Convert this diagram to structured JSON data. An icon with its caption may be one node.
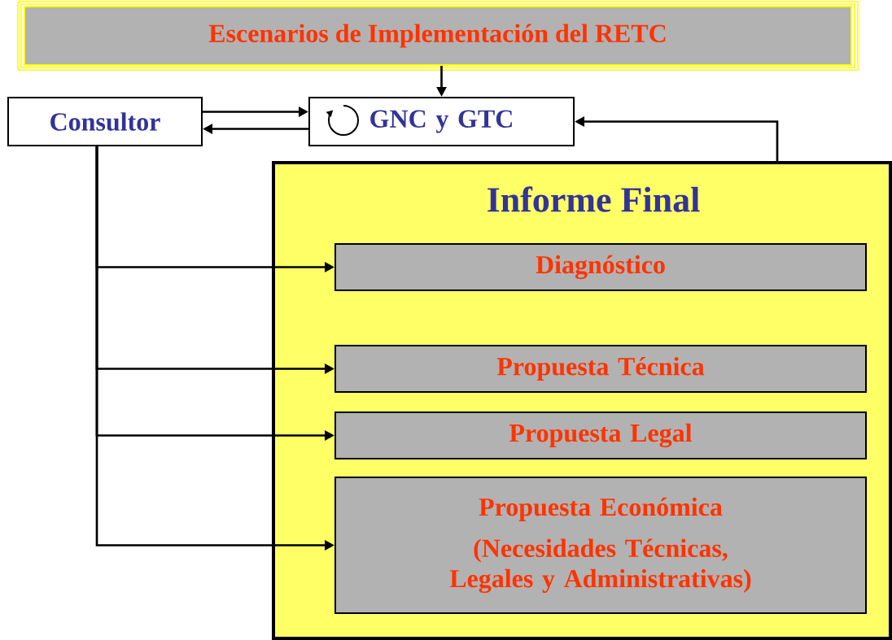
{
  "diagram": {
    "nodes": [
      {
        "text": [
          "Escenarios de Implementación del RETC"
        ]
      },
      {
        "text": [
          "Consultor"
        ]
      },
      {
        "text": [
          "GNC y GTC"
        ]
      },
      {
        "text": [
          "Informe Final"
        ]
      },
      {
        "text": [
          "Diagnóstico"
        ],
        "in": 3
      },
      {
        "text": [
          "Propuesta Técnica"
        ],
        "in": 3
      },
      {
        "text": [
          "Propuesta Legal"
        ],
        "in": 3
      },
      {
        "text": [
          "Propuesta Económica",
          "(Necesidades Técnicas, Legales y Administrativas)"
        ],
        "in": 3
      }
    ],
    "edges": [
      {
        "from": 0,
        "to": 2,
        "arrow": "to"
      },
      {
        "from": 1,
        "to": 2,
        "arrow": "to"
      },
      {
        "from": 2,
        "to": 1,
        "arrow": "to"
      },
      {
        "from": 3,
        "to": 2,
        "arrow": "to"
      },
      {
        "from": 1,
        "to": 4,
        "arrow": "to"
      },
      {
        "from": 1,
        "to": 5,
        "arrow": "to"
      },
      {
        "from": 1,
        "to": 6,
        "arrow": "to"
      },
      {
        "from": 1,
        "to": 7,
        "arrow": "to"
      }
    ]
  }
}
